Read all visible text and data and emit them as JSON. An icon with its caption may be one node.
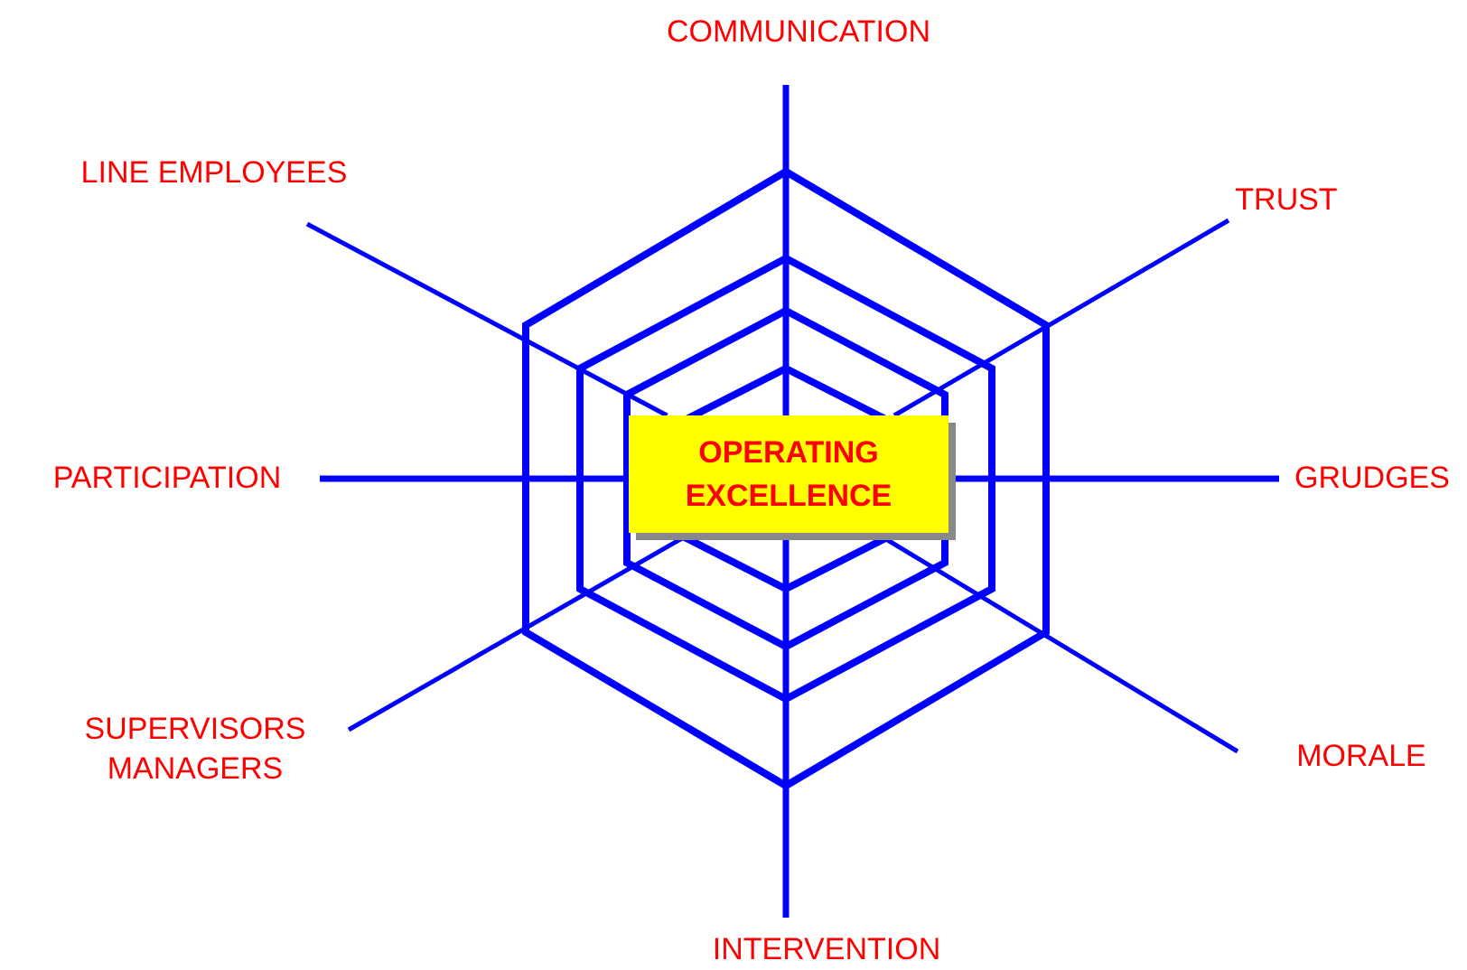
{
  "diagram": {
    "nodes": [
      {
        "text": [
          "OPERATING EXCELLENCE"
        ]
      },
      {
        "text": [
          "COMMUNICATION"
        ]
      },
      {
        "text": [
          "LINE EMPLOYEES"
        ]
      },
      {
        "text": [
          "TRUST"
        ]
      },
      {
        "text": [
          "PARTICIPATION"
        ]
      },
      {
        "text": [
          "GRUDGES"
        ]
      },
      {
        "text": [
          "SUPERVISORS MANAGERS"
        ]
      },
      {
        "text": [
          "MORALE"
        ]
      },
      {
        "text": [
          "INTERVENTION"
        ]
      }
    ],
    "edges": [
      {
        "from": 0,
        "to": 1,
        "arrow": "none"
      },
      {
        "from": 0,
        "to": 2,
        "arrow": "none"
      },
      {
        "from": 0,
        "to": 3,
        "arrow": "none"
      },
      {
        "from": 0,
        "to": 4,
        "arrow": "none"
      },
      {
        "from": 0,
        "to": 5,
        "arrow": "none"
      },
      {
        "from": 0,
        "to": 6,
        "arrow": "none"
      },
      {
        "from": 0,
        "to": 7,
        "arrow": "none"
      },
      {
        "from": 0,
        "to": 8,
        "arrow": "none"
      }
    ]
  }
}
